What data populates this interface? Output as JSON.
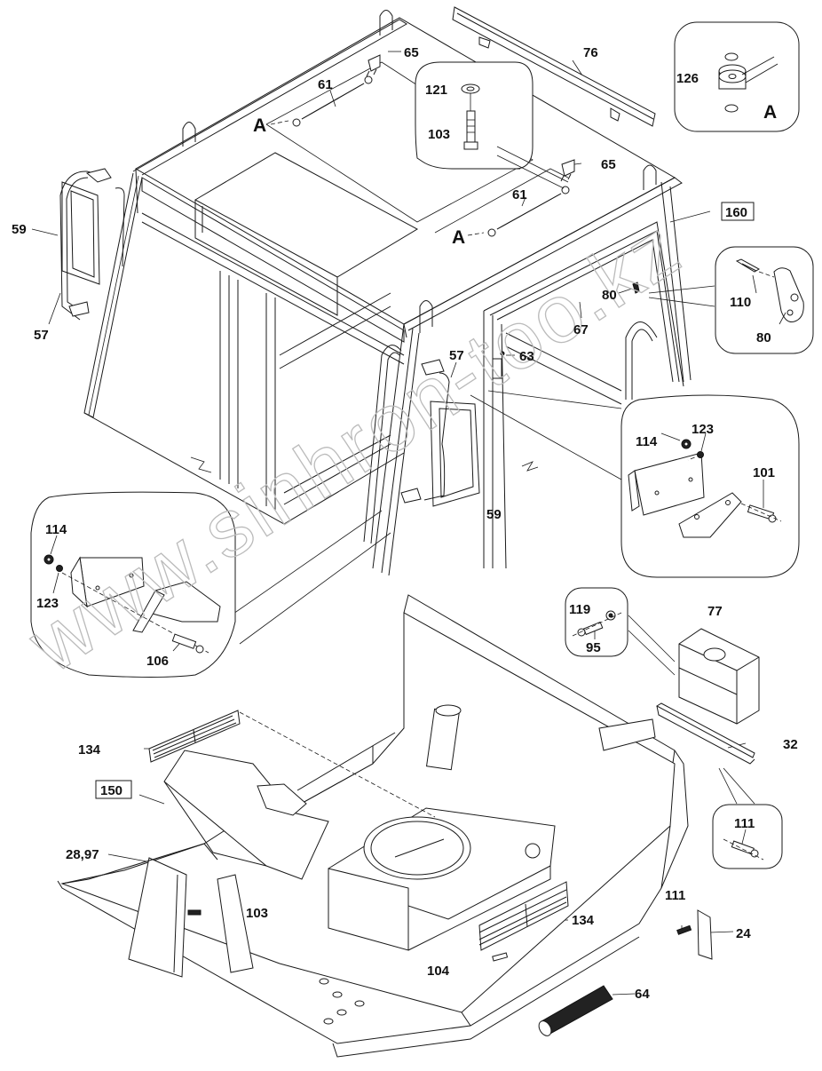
{
  "diagram": {
    "type": "exploded-parts-diagram",
    "subject": "Operator cab assembly",
    "watermark": "www.sinhron-too.kz",
    "assembly_refs": [
      "160",
      "150"
    ],
    "detail_views": [
      {
        "id": "A",
        "parts": [
          "126"
        ]
      },
      {
        "id": "gas-strut-mount",
        "parts": [
          "121",
          "103"
        ]
      },
      {
        "id": "hinge-plate",
        "parts": [
          "110",
          "80"
        ]
      },
      {
        "id": "mirror-bracket-right",
        "parts": [
          "114",
          "123",
          "101"
        ]
      },
      {
        "id": "mirror-bracket-left",
        "parts": [
          "114",
          "123",
          "106"
        ]
      },
      {
        "id": "box-fixing",
        "parts": [
          "119",
          "95"
        ]
      },
      {
        "id": "rail-fixing",
        "parts": [
          "111"
        ]
      }
    ]
  },
  "labels": {
    "p65a": "65",
    "p61a": "61",
    "pAa": "A",
    "p121": "121",
    "p103a": "103",
    "p76": "76",
    "p126": "126",
    "pAdet": "A",
    "p65b": "65",
    "p61b": "61",
    "pAb": "A",
    "p160": "160",
    "p59a": "59",
    "p57a": "57",
    "p80a": "80",
    "p67": "67",
    "p110": "110",
    "p80b": "80",
    "p57b": "57",
    "p63": "63",
    "p59b": "59",
    "p114r": "114",
    "p123r": "123",
    "p101": "101",
    "p114l": "114",
    "p123l": "123",
    "p106": "106",
    "p119": "119",
    "p95": "95",
    "p77": "77",
    "p134a": "134",
    "p32": "32",
    "p111a": "111",
    "p150": "150",
    "p2897": "28,97",
    "p103b": "103",
    "p134b": "134",
    "p111b": "111",
    "p24": "24",
    "p104": "104",
    "p64": "64"
  },
  "icons": {
    "gas-strut": "gas-strut-icon",
    "mirror": "mirror-icon",
    "bolt": "bolt-icon",
    "washer": "washer-icon",
    "nut": "nut-icon",
    "grille": "grille-icon",
    "hose": "hose-icon"
  }
}
